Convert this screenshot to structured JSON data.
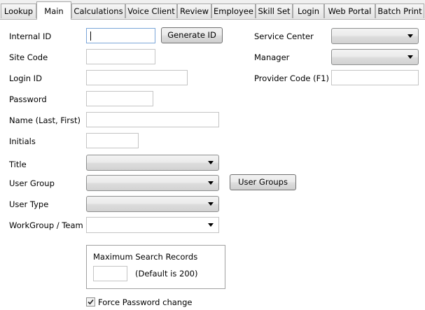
{
  "tabs": [
    {
      "label": "Lookup"
    },
    {
      "label": "Main"
    },
    {
      "label": "Calculations"
    },
    {
      "label": "Voice Client"
    },
    {
      "label": "Review"
    },
    {
      "label": "Employee"
    },
    {
      "label": "Skill Set"
    },
    {
      "label": "Login"
    },
    {
      "label": "Web Portal"
    },
    {
      "label": "Batch Print"
    }
  ],
  "form": {
    "internal_id": {
      "label": "Internal ID",
      "value": ""
    },
    "generate_id_button": "Generate ID",
    "site_code": {
      "label": "Site Code",
      "value": ""
    },
    "login_id": {
      "label": "Login ID",
      "value": ""
    },
    "password": {
      "label": "Password",
      "value": ""
    },
    "name": {
      "label": "Name (Last, First)",
      "value": ""
    },
    "initials": {
      "label": "Initials",
      "value": ""
    },
    "title": {
      "label": "Title",
      "value": ""
    },
    "user_group": {
      "label": "User Group",
      "value": ""
    },
    "user_groups_button": "User Groups",
    "user_type": {
      "label": "User Type",
      "value": ""
    },
    "workgroup_team": {
      "label": "WorkGroup / Team",
      "value": ""
    },
    "service_center": {
      "label": "Service Center",
      "value": ""
    },
    "manager": {
      "label": "Manager",
      "value": ""
    },
    "provider_code": {
      "label": "Provider Code (F1)",
      "value": ""
    }
  },
  "search_records": {
    "label": "Maximum Search Records",
    "value": "",
    "default_note": "(Default is 200)"
  },
  "force_password_change": {
    "label": "Force Password change",
    "checked": true
  }
}
